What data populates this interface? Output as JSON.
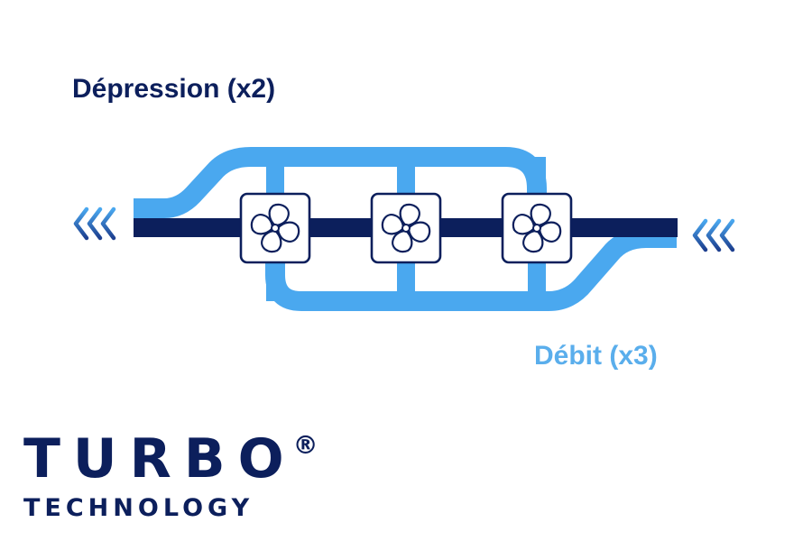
{
  "labels": {
    "depression": "Dépression (x2)",
    "debit": "Débit (x3)"
  },
  "brand": {
    "name": "TURBO",
    "registered": "®",
    "subtitle": "TECHNOLOGY"
  },
  "colors": {
    "dark_blue": "#0c1f5c",
    "light_blue": "#4aa8ef",
    "label_light_blue": "#5aaeec"
  },
  "icons": {
    "fan": "fan-icon",
    "chevrons_left": "chevrons-left-icon",
    "chevrons_right": "chevrons-left-icon"
  },
  "fans_count": 3
}
